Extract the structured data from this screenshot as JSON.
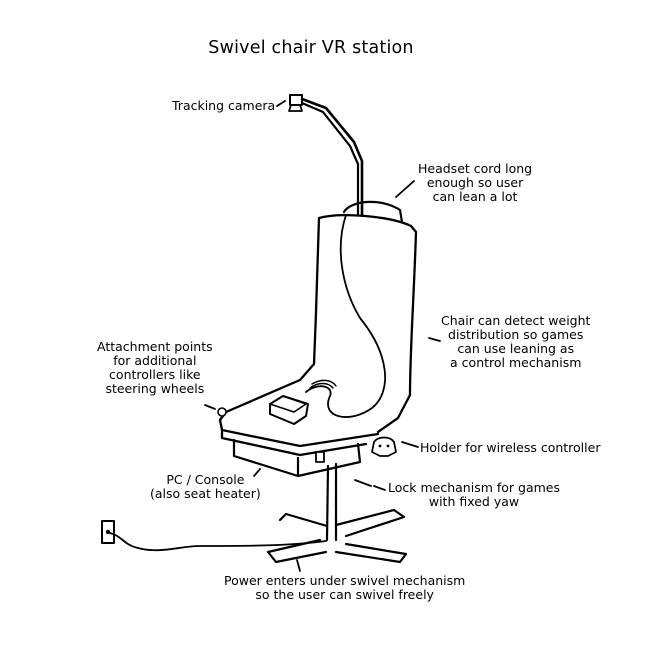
{
  "title": "Swivel chair VR station",
  "labels": {
    "tracking_camera": [
      "Tracking camera"
    ],
    "headset_cord": [
      "Headset cord long",
      "enough so user",
      "can lean a lot"
    ],
    "weight_detect": [
      "Chair can detect weight",
      "distribution so games",
      "can use leaning as",
      "a control mechanism"
    ],
    "attachment_points": [
      "Attachment points",
      "for additional",
      "controllers like",
      "steering wheels"
    ],
    "holder": [
      "Holder for wireless controller"
    ],
    "pc_console": [
      "PC / Console",
      "(also seat heater)"
    ],
    "lock_mechanism": [
      "Lock mechanism for games",
      "with fixed yaw"
    ],
    "power": [
      "Power enters under swivel mechanism",
      "so the user can swivel freely"
    ]
  }
}
